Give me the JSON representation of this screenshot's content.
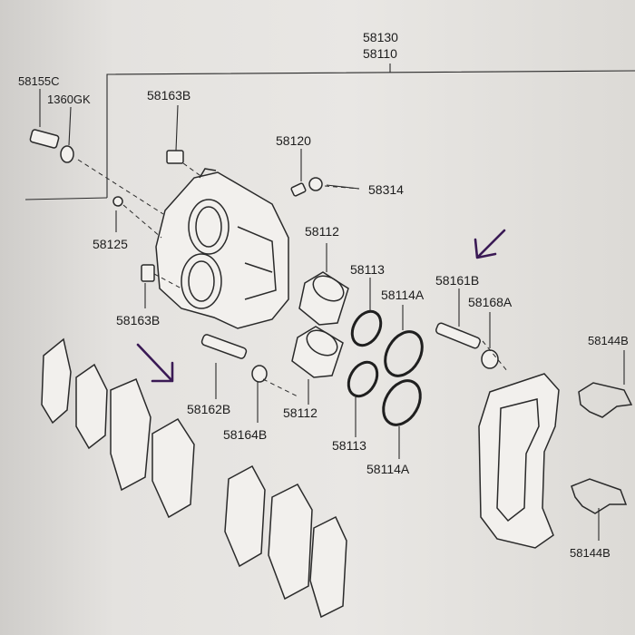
{
  "labels": {
    "assembly_top": "58130",
    "assembly_bottom": "58110",
    "bolt_guide": "58155C",
    "washer": "1360GK",
    "bolt_upper": "58163B",
    "bleeder": "58120",
    "bleeder_cap": "58314",
    "nut_small": "58125",
    "bolt_lower": "58163B",
    "guide_pin_left": "58162B",
    "boot_left": "58164B",
    "piston_upper": "58112",
    "piston_lower": "58112",
    "seal_upper": "58113",
    "seal_lower": "58113",
    "dust_seal_upper": "58114A",
    "dust_seal_lower": "58114A",
    "guide_pin_right": "58161B",
    "boot_right": "58168A",
    "clip_upper": "58144B",
    "clip_lower": "58144B"
  }
}
